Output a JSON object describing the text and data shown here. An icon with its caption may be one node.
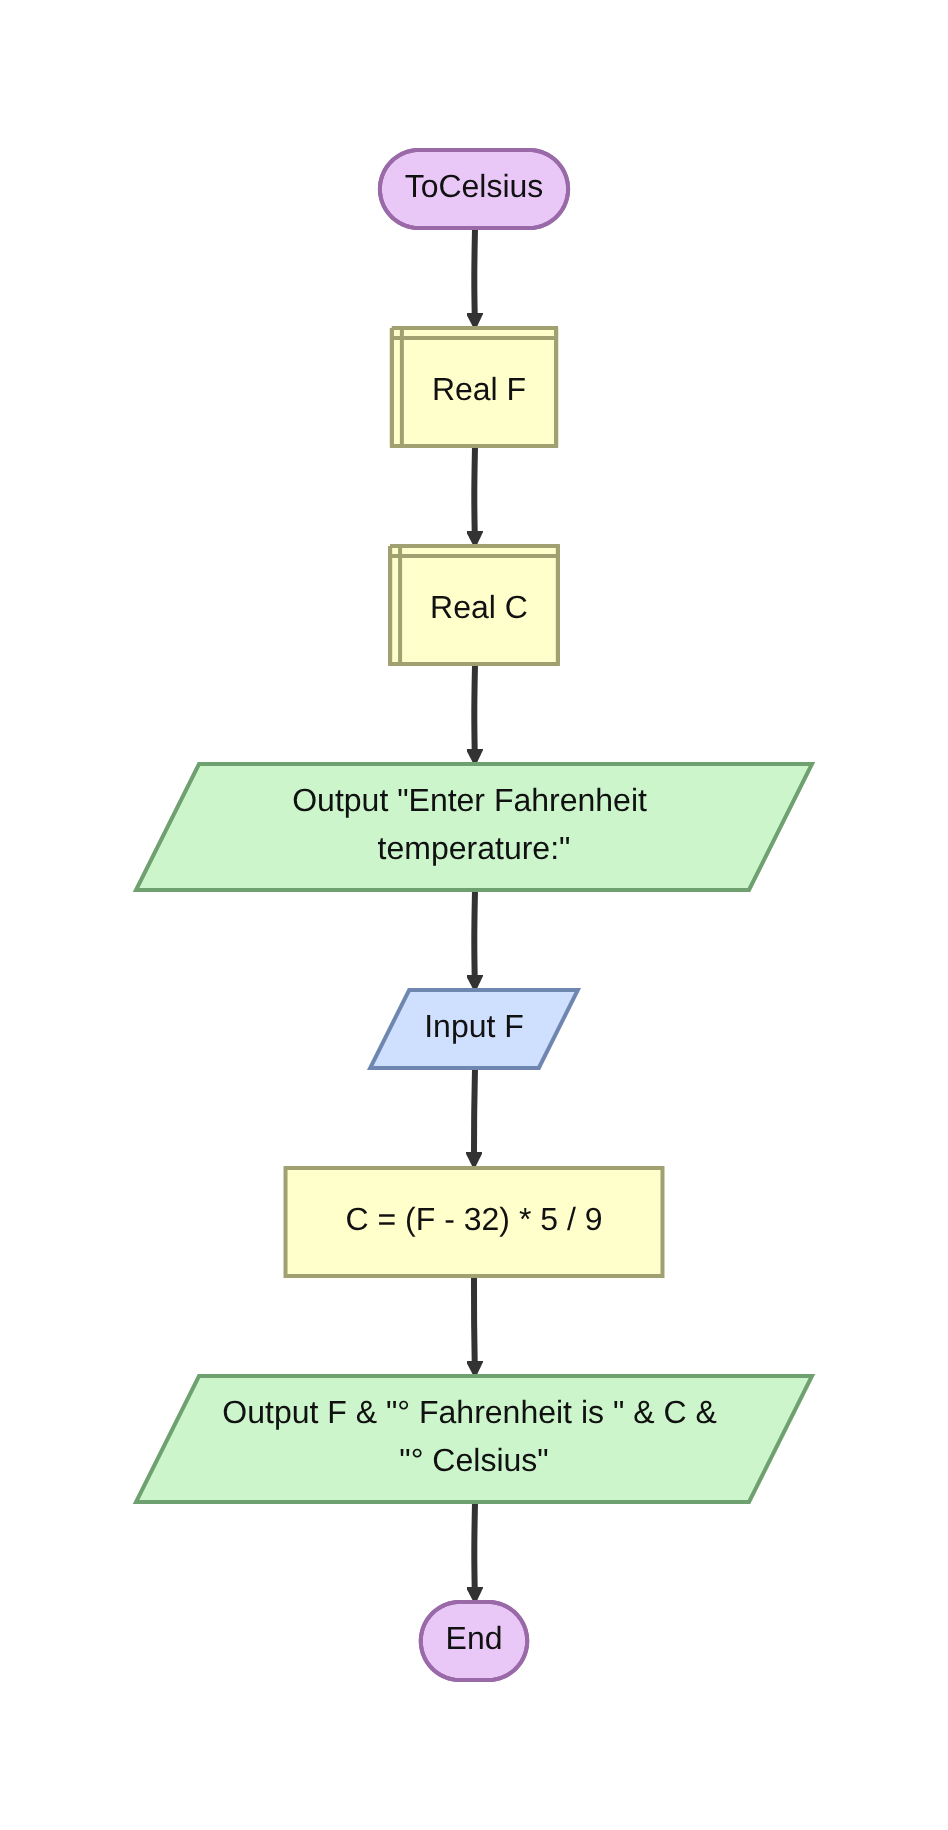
{
  "diagram": {
    "nodes": [
      {
        "text": [
          "ToCelsius"
        ]
      },
      {
        "text": [
          "Real F"
        ]
      },
      {
        "text": [
          "Real C"
        ]
      },
      {
        "text": [
          "Output \"Enter Fahrenheit temperature:\""
        ]
      },
      {
        "text": [
          "Input F"
        ]
      },
      {
        "text": [
          "C = (F - 32) * 5 / 9"
        ]
      },
      {
        "text": [
          "Output F & \"° Fahrenheit is \" & C & \"° Celsius\""
        ]
      },
      {
        "text": [
          "End"
        ]
      }
    ],
    "edges": [
      {
        "from": 0,
        "to": 1,
        "arrow": "to"
      },
      {
        "from": 1,
        "to": 2,
        "arrow": "to"
      },
      {
        "from": 2,
        "to": 3,
        "arrow": "to"
      },
      {
        "from": 3,
        "to": 4,
        "arrow": "to"
      },
      {
        "from": 4,
        "to": 5,
        "arrow": "to"
      },
      {
        "from": 5,
        "to": 6,
        "arrow": "to"
      },
      {
        "from": 6,
        "to": 7,
        "arrow": "to"
      }
    ]
  }
}
